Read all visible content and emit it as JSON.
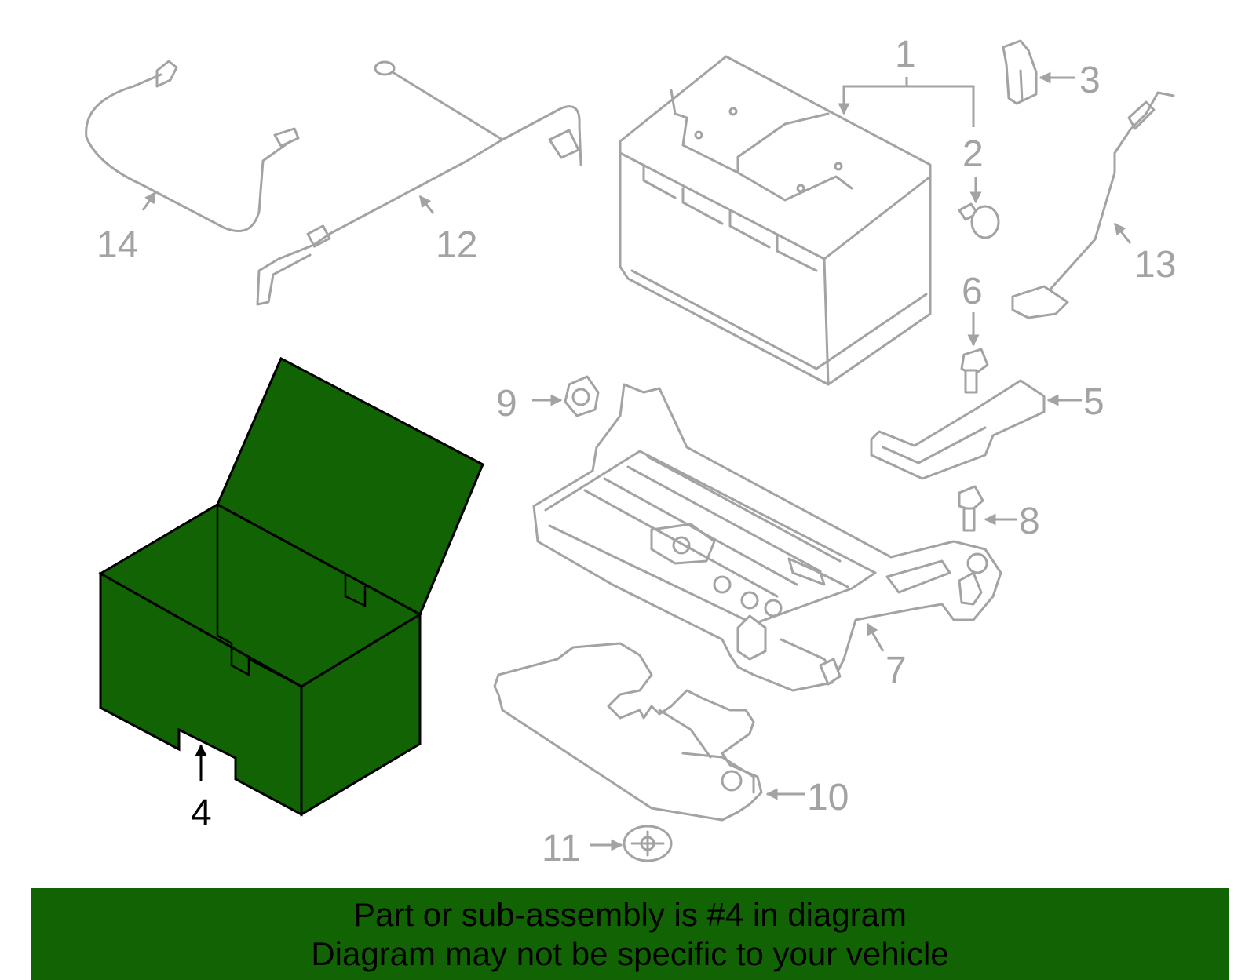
{
  "callouts": [
    "1",
    "2",
    "3",
    "4",
    "5",
    "6",
    "7",
    "8",
    "9",
    "10",
    "11",
    "12",
    "13",
    "14"
  ],
  "banner": {
    "line1": "Part or sub-assembly is #4 in diagram",
    "line2": "Diagram may not be specific to your vehicle"
  },
  "colors": {
    "highlight": "#116304",
    "parts": "#a3a3a3",
    "highlight_label": "#000000"
  }
}
